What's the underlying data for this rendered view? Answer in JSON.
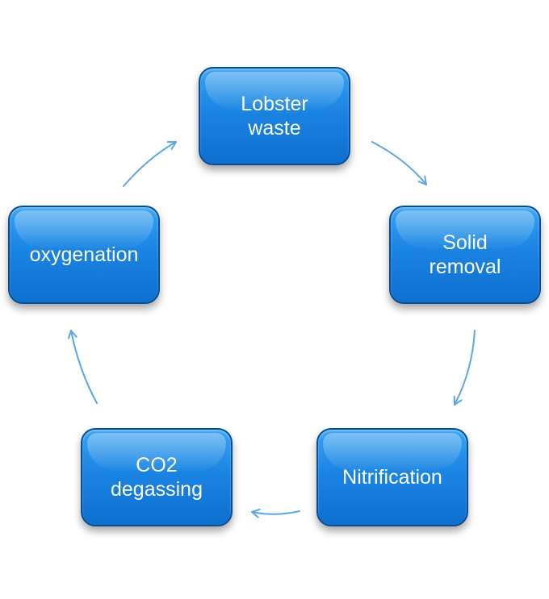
{
  "cycle": {
    "nodes": [
      {
        "label": "Lobster\nwaste"
      },
      {
        "label": "Solid\nremoval"
      },
      {
        "label": "Nitrification"
      },
      {
        "label": "CO2\ndegassing"
      },
      {
        "label": "oxygenation"
      }
    ],
    "colors": {
      "node_fill": "#1a84e2",
      "node_border": "#0a4f93",
      "arrow": "#5aa7e6",
      "text": "#ffffff"
    }
  }
}
